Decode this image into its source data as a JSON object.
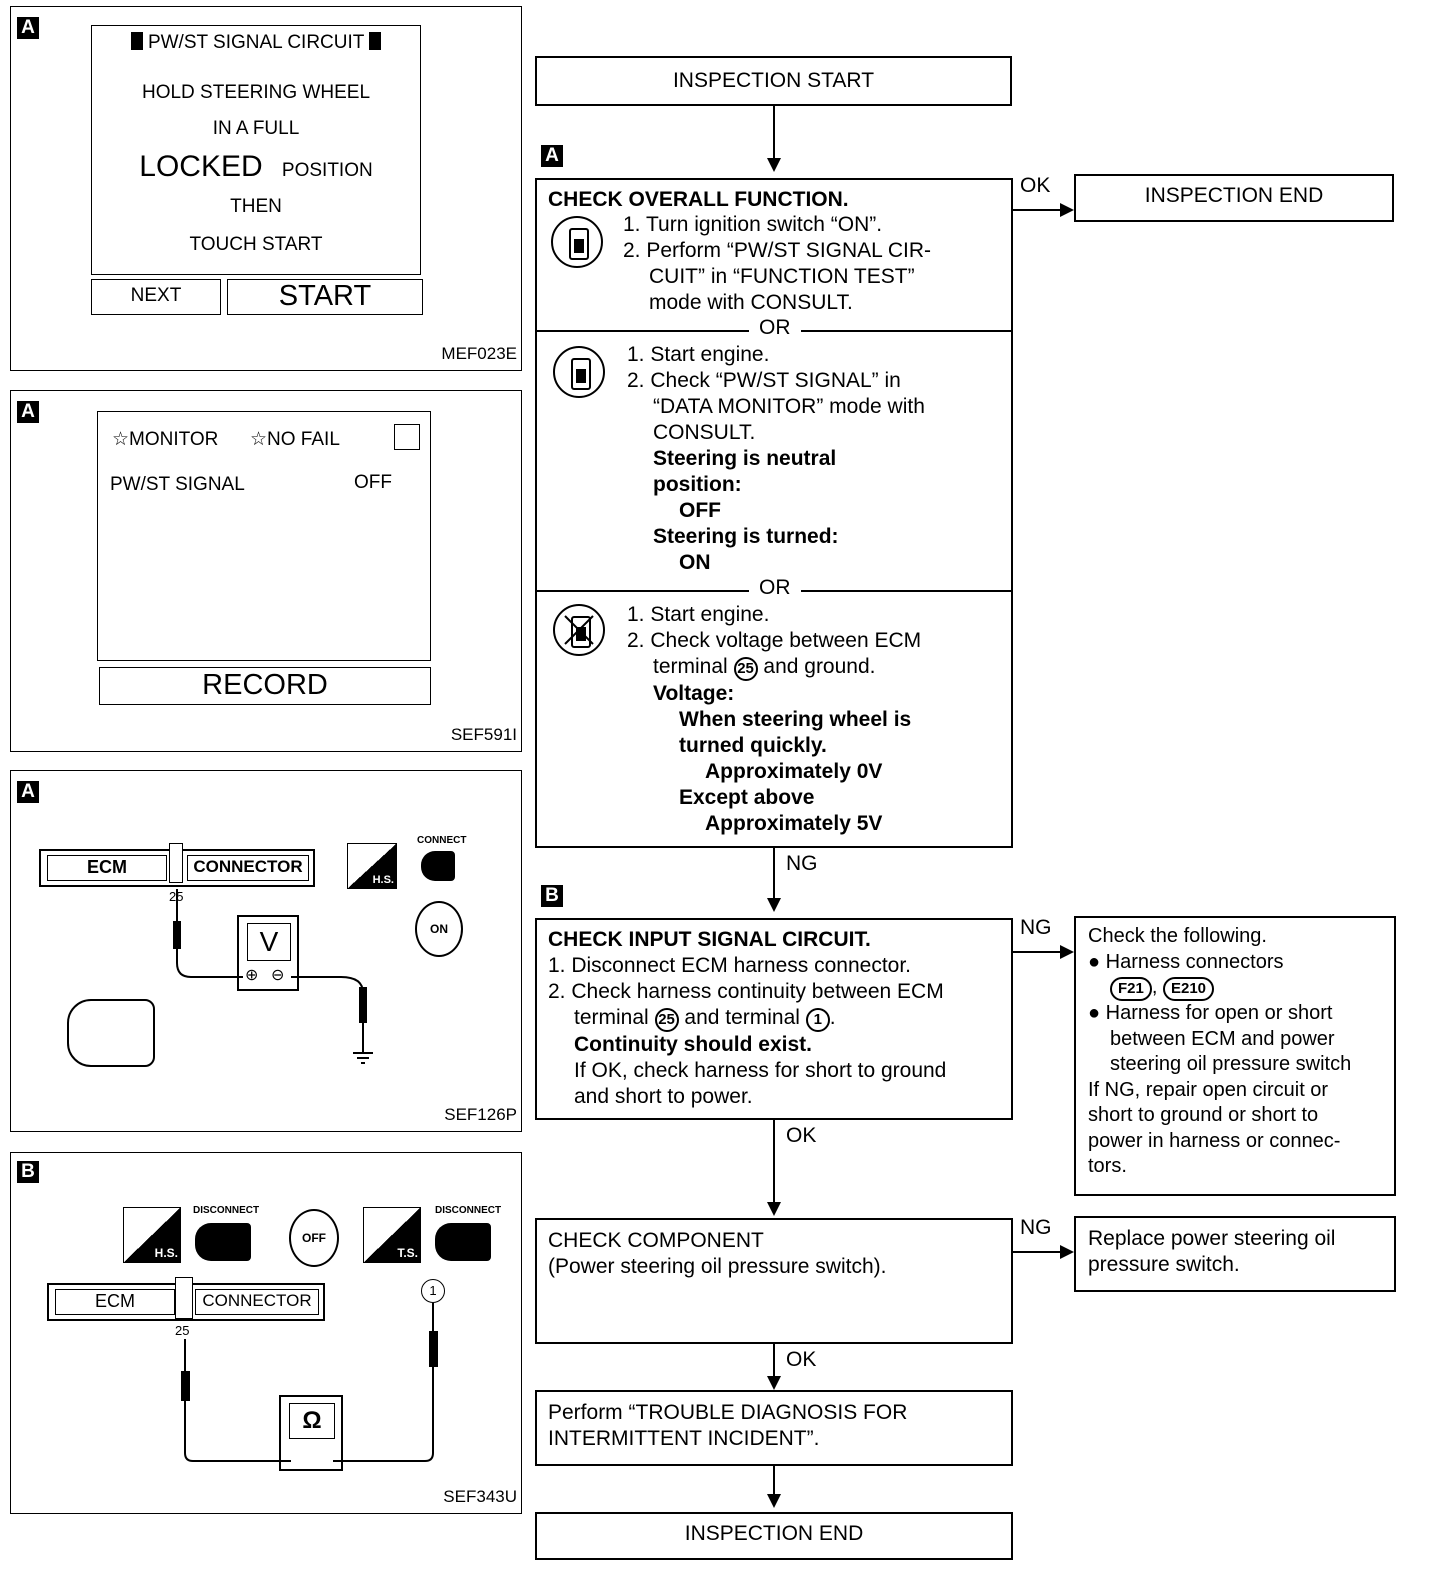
{
  "panels": {
    "p1": {
      "tag": "A",
      "title": "PW/ST SIGNAL CIRCUIT",
      "lines": [
        "HOLD STEERING WHEEL",
        "IN A FULL",
        "LOCKED",
        "POSITION",
        "THEN",
        "TOUCH START"
      ],
      "next_label": "NEXT",
      "start_label": "START",
      "code": "MEF023E"
    },
    "p2": {
      "tag": "A",
      "monitor": "☆MONITOR",
      "nofail": "☆NO FAIL",
      "item": "PW/ST SIGNAL",
      "value": "OFF",
      "record_label": "RECORD",
      "code": "SEF591I"
    },
    "p3": {
      "tag": "A",
      "ecm": "ECM",
      "connector": "CONNECTOR",
      "pin": "25",
      "connect": "CONNECT",
      "hs": "H.S.",
      "on": "ON",
      "meter": "V",
      "code": "SEF126P"
    },
    "p4": {
      "tag": "B",
      "ecm": "ECM",
      "connector": "CONNECTOR",
      "pin": "25",
      "pin2": "1",
      "disconnect": "DISCONNECT",
      "hs": "H.S.",
      "ts": "T.S.",
      "off": "OFF",
      "meter": "Ω",
      "code": "SEF343U"
    }
  },
  "flow": {
    "start": "INSPECTION START",
    "tag_a": "A",
    "tag_b": "B",
    "end_top": "INSPECTION END",
    "end_bottom": "INSPECTION END",
    "ok": "OK",
    "ng": "NG",
    "or": "OR",
    "step1": {
      "title": "CHECK OVERALL FUNCTION.",
      "a1": "1. Turn ignition switch “ON”.",
      "a2": "2. Perform “PW/ST SIGNAL CIR-",
      "a3": "CUIT” in “FUNCTION TEST”",
      "a4": "mode with CONSULT.",
      "b1": "1. Start engine.",
      "b2": "2. Check “PW/ST SIGNAL” in",
      "b3": "“DATA MONITOR” mode with",
      "b4": "CONSULT.",
      "b5": "Steering is neutral",
      "b6": "position:",
      "b7": "OFF",
      "b8": "Steering is turned:",
      "b9": "ON",
      "c1": "1. Start engine.",
      "c2": "2. Check voltage between ECM",
      "c3a": "terminal",
      "c3n": "25",
      "c3b": "and ground.",
      "c4": "Voltage:",
      "c5": "When steering wheel is",
      "c6": "turned quickly.",
      "c7": "Approximately 0V",
      "c8": "Except above",
      "c9": "Approximately 5V"
    },
    "step2": {
      "title": "CHECK INPUT SIGNAL CIRCUIT.",
      "l1": "1. Disconnect ECM harness connector.",
      "l2": "2. Check harness continuity between ECM",
      "l3a": "terminal",
      "l3n1": "25",
      "l3b": "and terminal",
      "l3n2": "1",
      "l4": "Continuity should exist.",
      "l5": "If OK, check harness for short to ground",
      "l6": "and short to power."
    },
    "step2_ng": {
      "l1": "Check the following.",
      "l2": "● Harness connectors",
      "c1": "F21",
      "c2": "E210",
      "l3": "● Harness for open or short",
      "l4": "between ECM and power",
      "l5": "steering oil pressure switch",
      "l6": "If NG, repair open circuit or",
      "l7": "short to ground or short to",
      "l8": "power in harness or connec-",
      "l9": "tors."
    },
    "step3": {
      "l1": "CHECK COMPONENT",
      "l2": "(Power steering oil pressure switch)."
    },
    "step3_ng": {
      "l1": "Replace power steering oil",
      "l2": "pressure switch."
    },
    "step4": {
      "l1": "Perform “TROUBLE DIAGNOSIS FOR",
      "l2": "INTERMITTENT INCIDENT”."
    }
  }
}
